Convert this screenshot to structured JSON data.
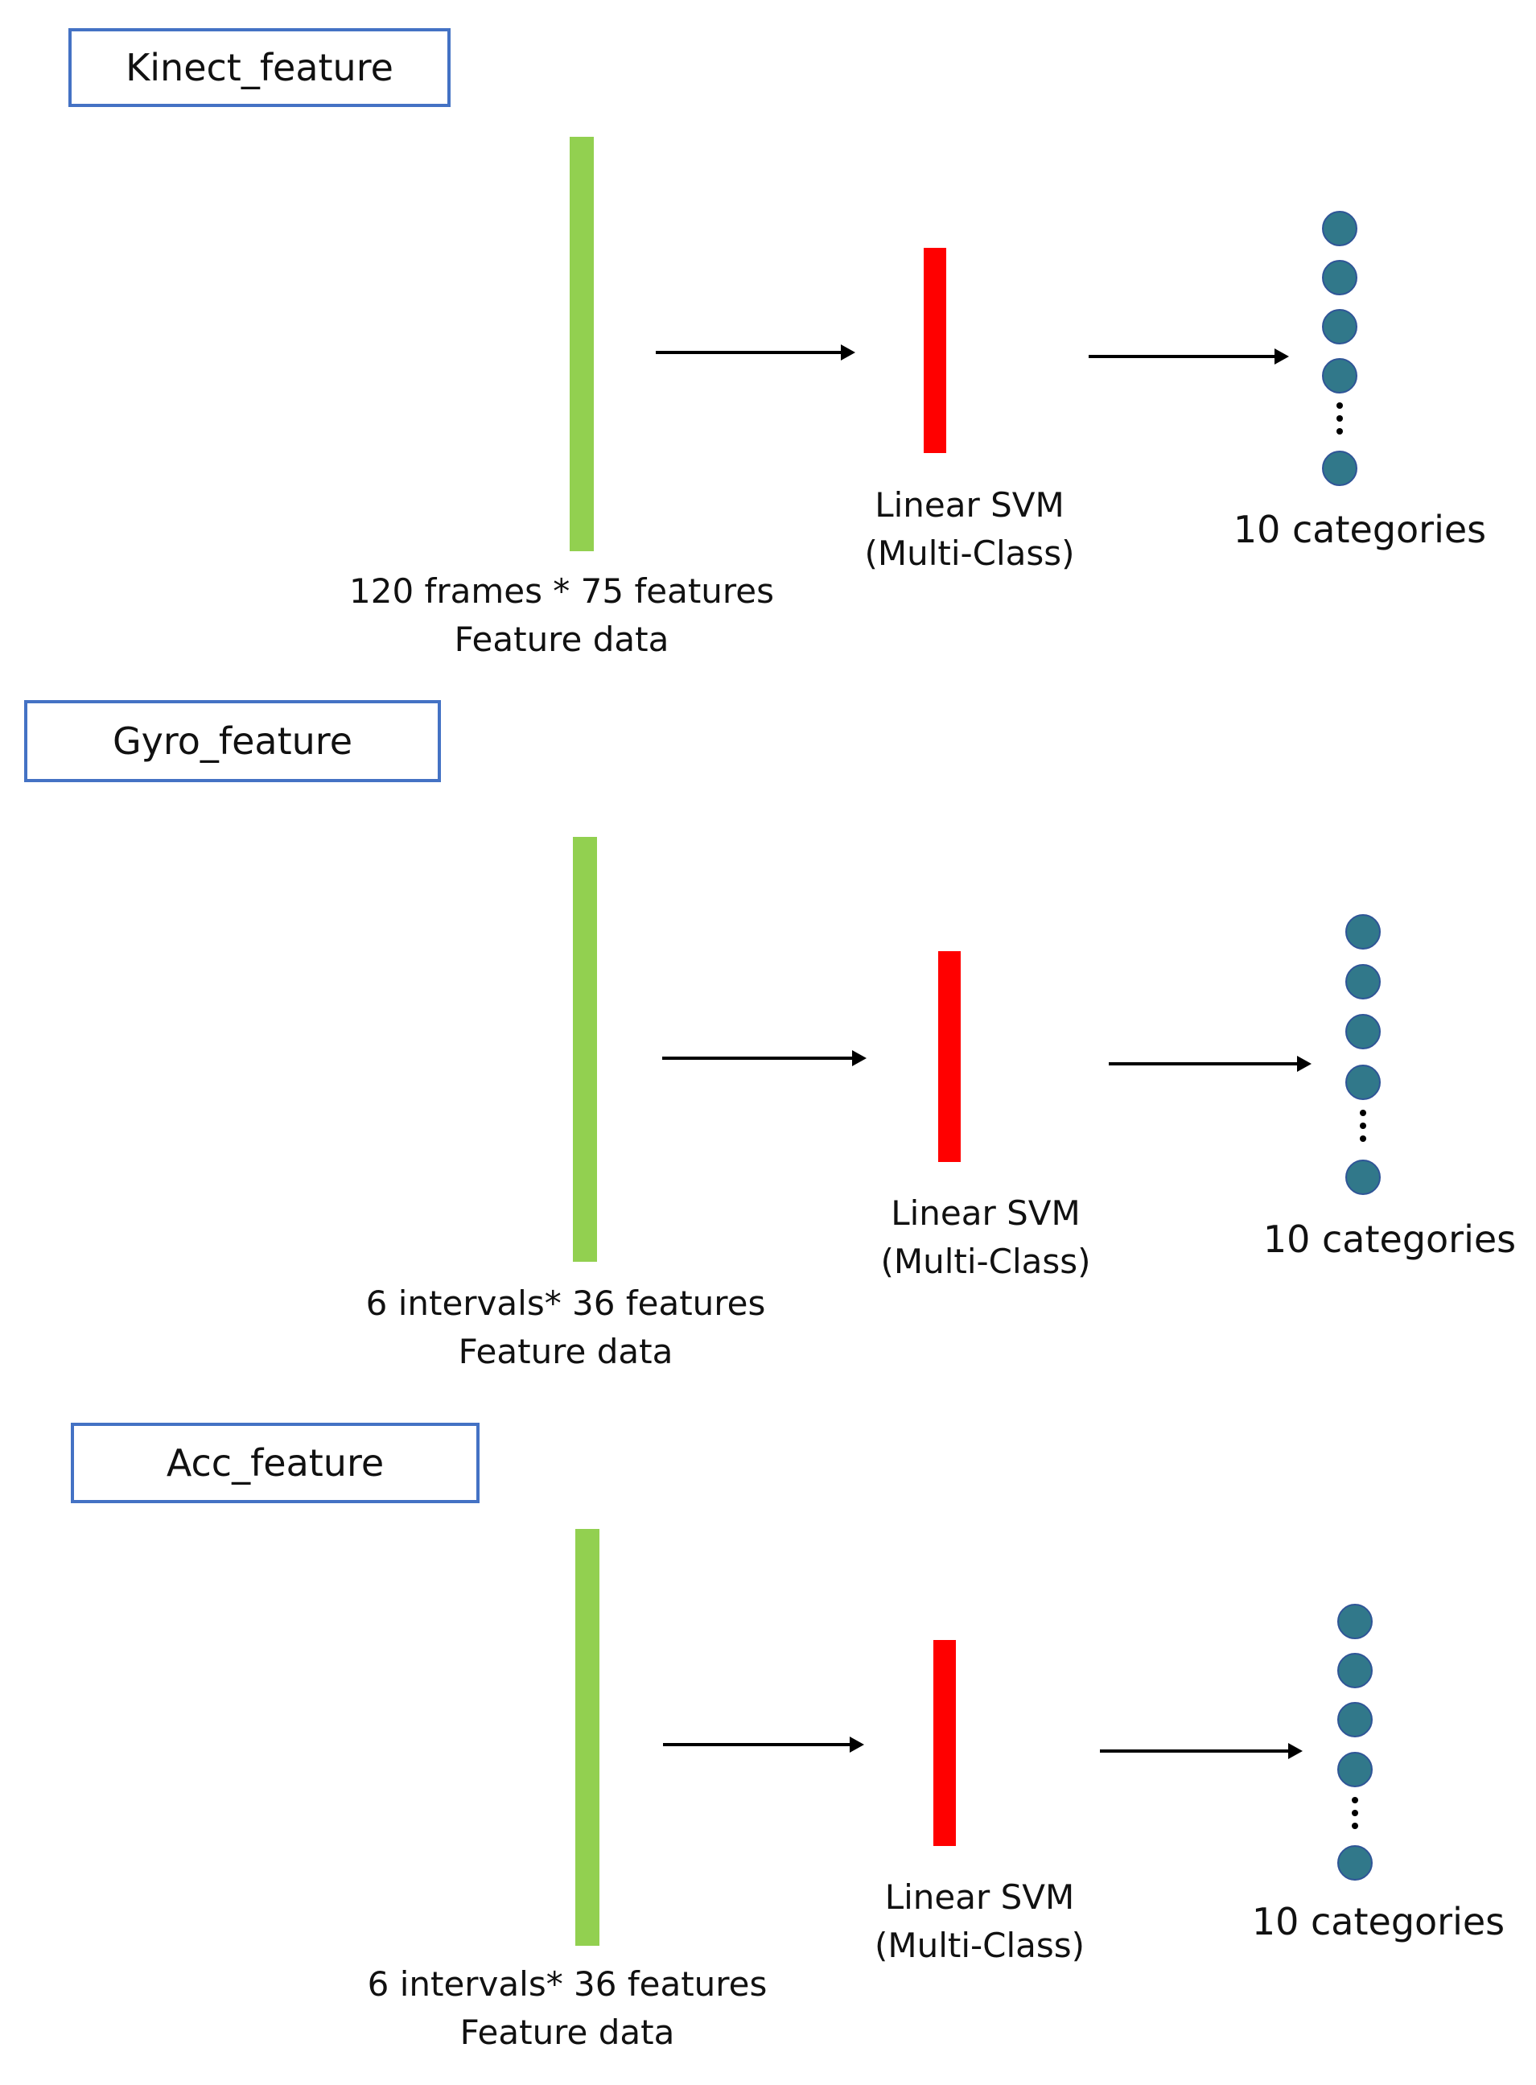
{
  "panels": [
    {
      "title": "Kinect_feature",
      "input_label": [
        "120 frames * 75 features",
        "Feature data"
      ],
      "classifier_label": [
        "Linear SVM",
        "(Multi-Class)"
      ],
      "output_label": "10 categories"
    },
    {
      "title": "Gyro_feature",
      "input_label": [
        "6 intervals* 36 features",
        "Feature data"
      ],
      "classifier_label": [
        "Linear SVM",
        "(Multi-Class)"
      ],
      "output_label": "10 categories"
    },
    {
      "title": "Acc_feature",
      "input_label": [
        "6 intervals* 36 features",
        "Feature data"
      ],
      "classifier_label": [
        "Linear SVM",
        "(Multi-Class)"
      ],
      "output_label": "10 categories"
    }
  ],
  "colors": {
    "input_bar": "#92d050",
    "classifier_bar": "#ff0000",
    "output_node": "#31788a",
    "title_border": "#4472c4"
  }
}
